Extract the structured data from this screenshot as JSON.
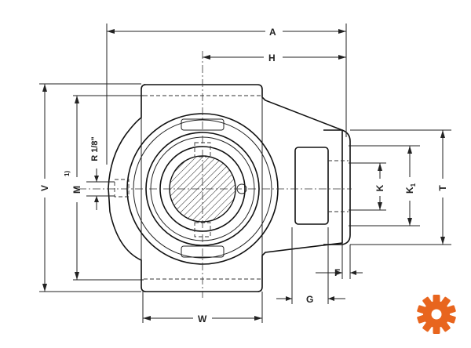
{
  "drawing": {
    "dimensions": {
      "A": "A",
      "H": "H",
      "V": "V",
      "M": "M",
      "M_note": "1)",
      "R": "R 1/8\"",
      "K": "K",
      "K1": "K",
      "K1_sub": "1",
      "T": "T",
      "F": "F",
      "G": "G",
      "W": "W"
    },
    "logo": {
      "icon": "gear-icon",
      "color": "#e8651e"
    }
  }
}
